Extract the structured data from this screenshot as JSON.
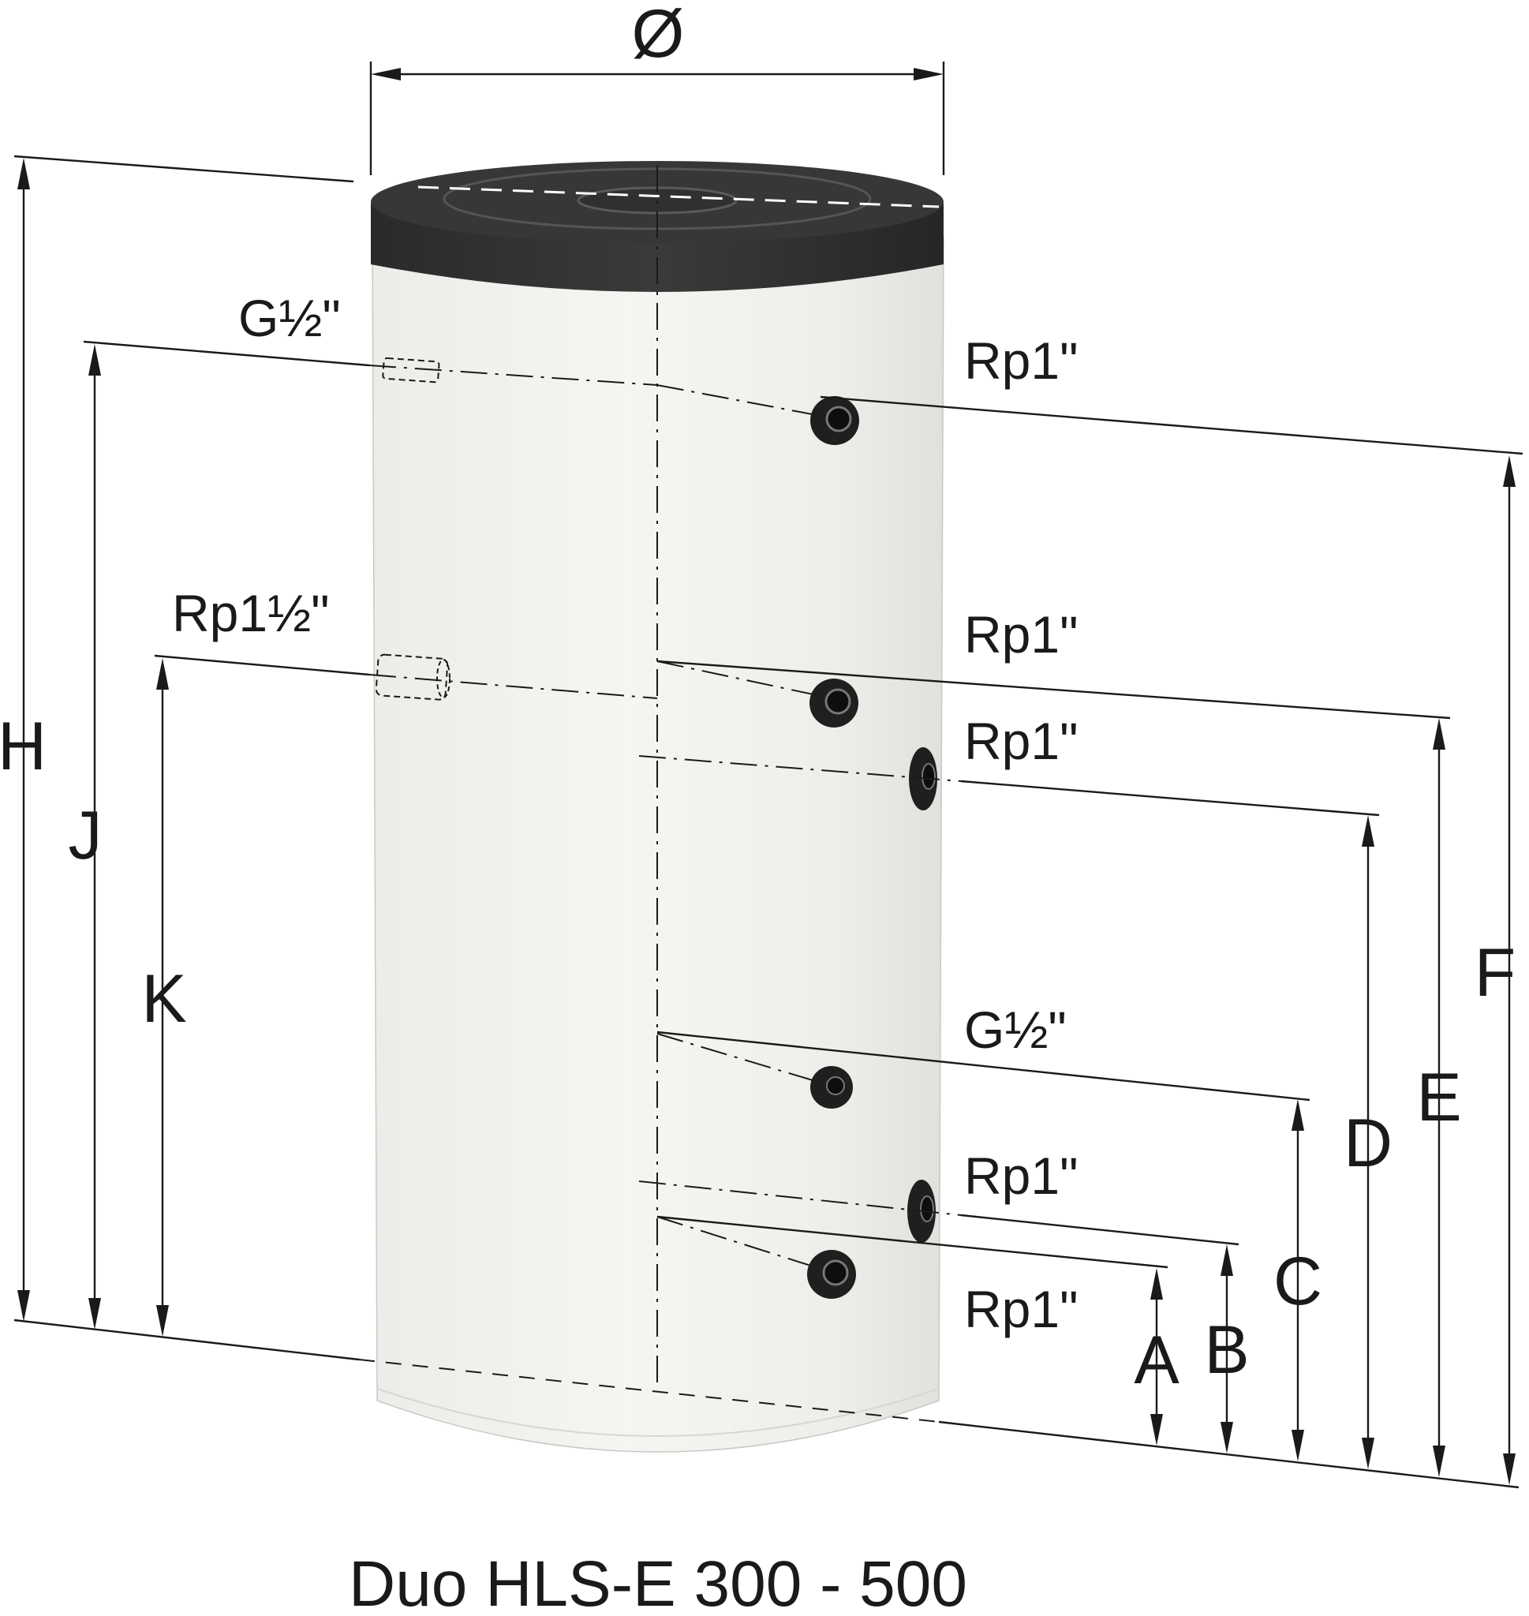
{
  "title": "Duo HLS-E 300 - 500",
  "diameter_label": "Ø",
  "dimensions": {
    "A": "A",
    "B": "B",
    "C": "C",
    "D": "D",
    "E": "E",
    "F": "F",
    "H": "H",
    "J": "J",
    "K": "K"
  },
  "connections": {
    "left_top": "G½\"",
    "left_mid": "Rp1½\"",
    "right_1": "Rp1\"",
    "right_2": "Rp1\"",
    "right_3": "Rp1\"",
    "right_4": "G½\"",
    "right_5": "Rp1\"",
    "right_6": "Rp1\""
  },
  "colors": {
    "tank_body": "#f1f1ee",
    "tank_lid": "#2b2b2b",
    "line": "#1a1a1a"
  }
}
